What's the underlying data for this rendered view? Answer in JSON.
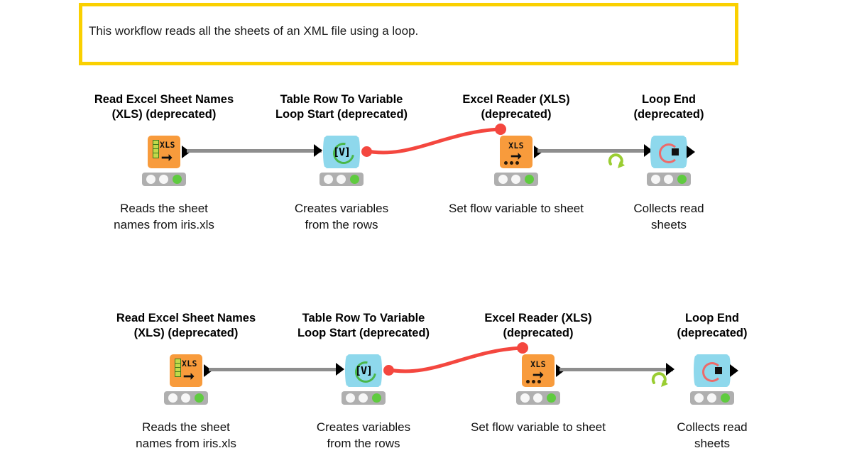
{
  "annotation": {
    "text": "This workflow reads all the sheets of an XML file using a loop.",
    "border_color": "#FAD000",
    "background": "#ffffff"
  },
  "colors": {
    "node_orange": "#F89B3C",
    "node_blue": "#8ED8EC",
    "flow_variable_red": "#F4473F",
    "connector_gray": "#8E8E8E",
    "status_ok_green": "#5FCB3F",
    "status_bar_gray": "#AFAFAF",
    "loop_arrow_green": "#9ACD32",
    "annotation_yellow": "#FAD000"
  },
  "workflows": [
    {
      "id": "workflow-row-1",
      "nodes": [
        {
          "title": "Read Excel Sheet Names\n(XLS) (deprecated)",
          "description": "Reads the sheet\nnames from iris.xls",
          "icon_label": "XLS",
          "status": "executed"
        },
        {
          "title": "Table Row To Variable\nLoop Start (deprecated)",
          "description": "Creates variables\nfrom the rows",
          "icon_label": "[V]",
          "status": "executed"
        },
        {
          "title": "Excel Reader (XLS)\n(deprecated)",
          "description": "Set flow variable to sheet",
          "icon_label": "XLS",
          "status": "executed"
        },
        {
          "title": "Loop End\n(deprecated)",
          "description": "Collects read\nsheets",
          "icon_label": "loop-end",
          "status": "executed"
        }
      ]
    },
    {
      "id": "workflow-row-2",
      "nodes": [
        {
          "title": "Read Excel Sheet Names\n(XLS) (deprecated)",
          "description": "Reads the sheet\nnames from iris.xls",
          "icon_label": "XLS",
          "status": "executed"
        },
        {
          "title": "Table Row To Variable\nLoop Start (deprecated)",
          "description": "Creates variables\nfrom the rows",
          "icon_label": "[V]",
          "status": "executed"
        },
        {
          "title": "Excel Reader (XLS)\n(deprecated)",
          "description": "Set flow variable to sheet",
          "icon_label": "XLS",
          "status": "executed"
        },
        {
          "title": "Loop End\n(deprecated)",
          "description": "Collects read\nsheets",
          "icon_label": "loop-end",
          "status": "executed"
        }
      ]
    }
  ]
}
